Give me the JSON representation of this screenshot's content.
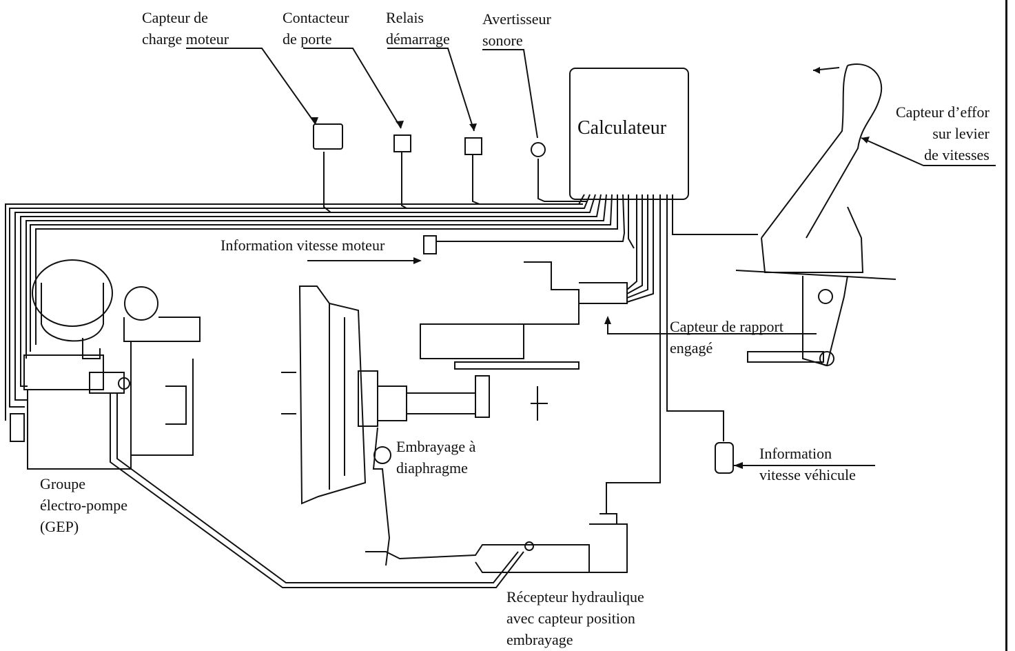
{
  "calculator": "Calculateur",
  "labels": {
    "load_sensor": [
      "Capteur de",
      "charge moteur"
    ],
    "door_switch": [
      "Contacteur",
      "de porte"
    ],
    "start_relay": [
      "Relais",
      "démarrage"
    ],
    "buzzer": [
      "Avertisseur",
      "sonore"
    ],
    "effort_sensor": [
      "Capteur d’effor",
      "sur levier",
      "de vitesses"
    ],
    "engine_speed": "Information vitesse moteur",
    "gear_sensor": [
      "Capteur de rapport",
      "engagé"
    ],
    "clutch": [
      "Embrayage à",
      "diaphragme"
    ],
    "vehicle_speed": [
      "Information",
      "vitesse véhicule"
    ],
    "pump_group": [
      "Groupe",
      "électro-pompe",
      "(GEP)"
    ],
    "hydraulic_receiver": [
      "Récepteur hydraulique",
      "avec capteur position",
      "embrayage"
    ]
  }
}
